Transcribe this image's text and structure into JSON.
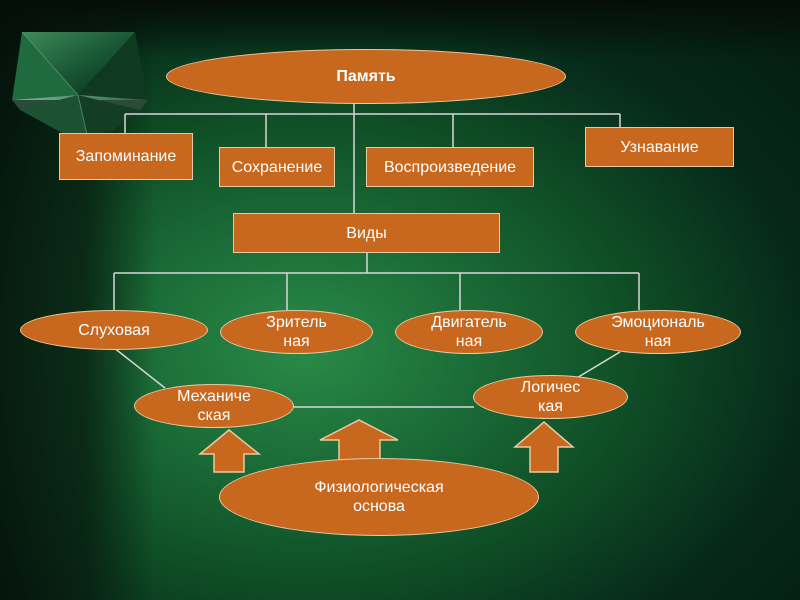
{
  "root": {
    "label": "Память"
  },
  "processes": [
    {
      "label": "Запоминание"
    },
    {
      "label": "Сохранение"
    },
    {
      "label": "Воспроизведение"
    },
    {
      "label": "Узнавание"
    }
  ],
  "types_header": {
    "label": "Виды"
  },
  "types": [
    {
      "label": "Слуховая"
    },
    {
      "label": "Зрительная"
    },
    {
      "label": "Двигательная"
    },
    {
      "label": "Эмоциональная"
    }
  ],
  "memory_kinds": [
    {
      "label": "Механическая"
    },
    {
      "label": "Логическая"
    }
  ],
  "basis": {
    "label": "Физиологическая основа"
  },
  "colors": {
    "node_fill": "#c8681f",
    "node_border": "#e8c9a3",
    "connector": "#d8d8d8",
    "background": "#1a6a36"
  }
}
